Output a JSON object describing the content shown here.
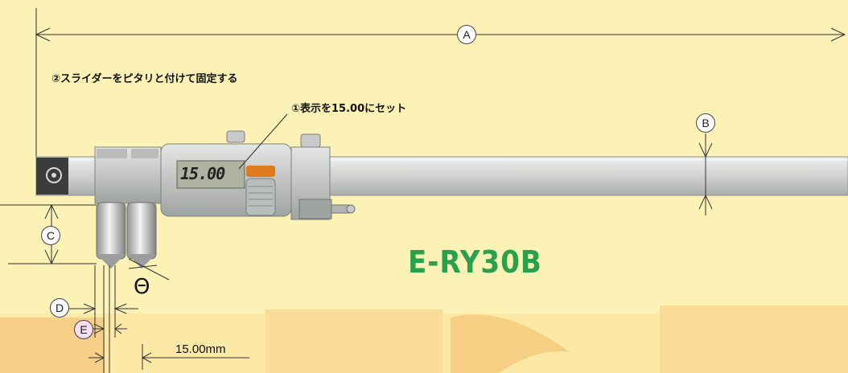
{
  "labels": {
    "step2": "②スライダーをピタリと付けて固定する",
    "step1": "①表示を15.00にセット",
    "model": "E-RY30B",
    "offset": "15.00mm",
    "theta": "Θ",
    "lcd_value": "15.00"
  },
  "dimensions": [
    "A",
    "B",
    "C",
    "D",
    "E"
  ],
  "colors": {
    "background": "#fdf2b6",
    "stripes": "#f8d58d",
    "model_text": "#27a14a",
    "beam": "#c9ccca"
  }
}
